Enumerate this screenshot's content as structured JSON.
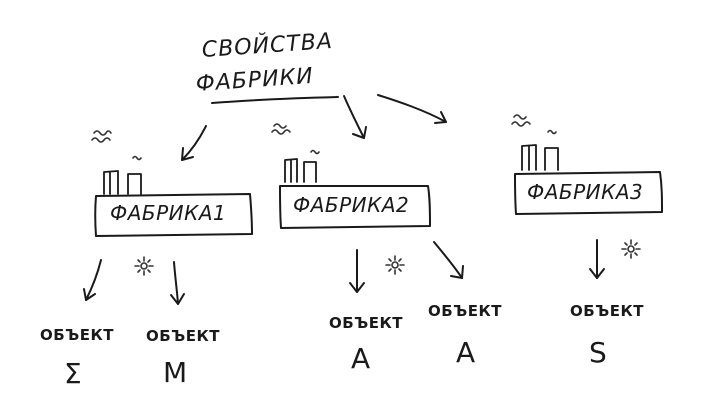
{
  "title": {
    "line1": "СВОЙСТВА",
    "line2": "ФАБРИКИ"
  },
  "factories": [
    {
      "label": "ФАБРИКА1"
    },
    {
      "label": "ФАБРИКА2"
    },
    {
      "label": "ФАБРИКА3"
    }
  ],
  "objects": [
    {
      "label": "ОБЪЕКТ",
      "letter": "Σ"
    },
    {
      "label": "ОБЪЕКТ",
      "letter": "M"
    },
    {
      "label": "ОБЪЕКТ",
      "letter": "A"
    },
    {
      "label": "ОБЪЕКТ",
      "letter": "A"
    },
    {
      "label": "ОБЪЕКТ",
      "letter": "S"
    }
  ],
  "colors": {
    "ink": "#1a1a1a",
    "background": "#ffffff"
  },
  "icons": [
    "smoke-icon",
    "chimney-icon",
    "sparkle-icon",
    "arrow-icon"
  ]
}
